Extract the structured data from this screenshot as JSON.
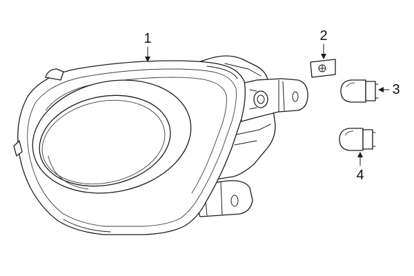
{
  "diagram": {
    "callouts": [
      {
        "id": "1",
        "label": "1",
        "target": "fog-lamp-assembly"
      },
      {
        "id": "2",
        "label": "2",
        "target": "mounting-clip"
      },
      {
        "id": "3",
        "label": "3",
        "target": "bulb-upper"
      },
      {
        "id": "4",
        "label": "4",
        "target": "bulb-lower"
      }
    ],
    "colors": {
      "line": "#1a1a1a",
      "background": "#ffffff"
    }
  }
}
